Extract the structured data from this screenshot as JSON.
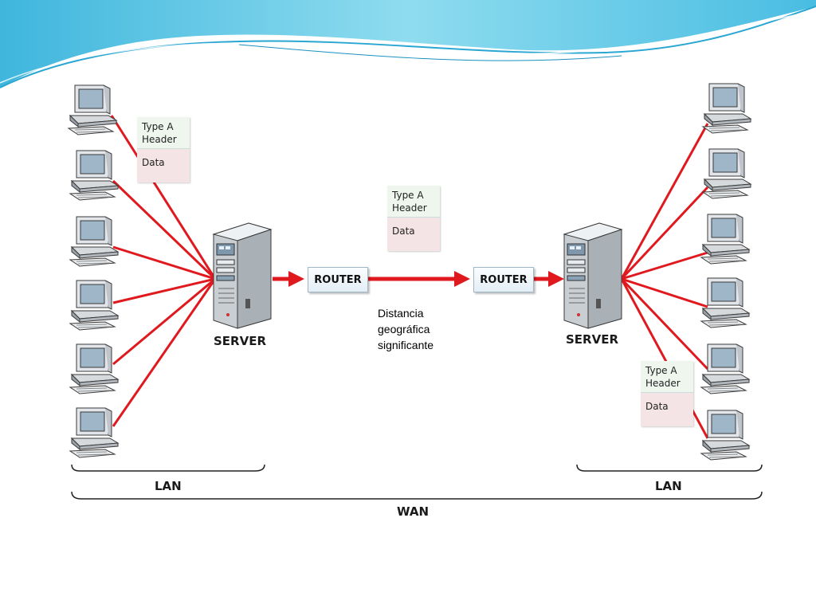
{
  "labels": {
    "server_left": "SERVER",
    "server_right": "SERVER",
    "router_left": "ROUTER",
    "router_right": "ROUTER",
    "lan_left": "LAN",
    "lan_right": "LAN",
    "wan": "WAN"
  },
  "packet": {
    "header_line1": "Type A",
    "header_line2": "Header",
    "data": "Data"
  },
  "annotation": {
    "line1": "Distancia",
    "line2": "geográfica",
    "line3": "significante"
  },
  "icons": {
    "computer": "computer-icon",
    "server": "server-icon"
  },
  "colors": {
    "link": "#e0191f",
    "decor_blue": "#5ec8e6"
  }
}
